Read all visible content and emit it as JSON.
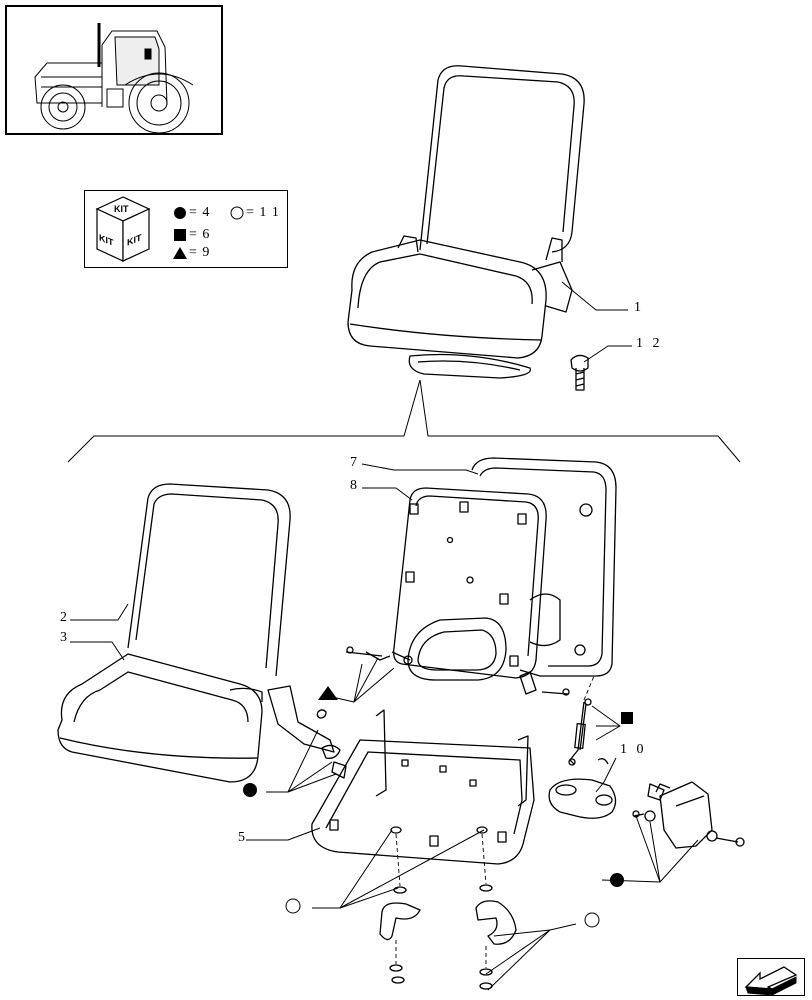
{
  "legend": {
    "kit_label": "KIT",
    "items": [
      {
        "symbol": "circle-filled",
        "text": "= 4"
      },
      {
        "symbol": "circle-open",
        "text": "= 1 1"
      },
      {
        "symbol": "square-filled",
        "text": "= 6"
      },
      {
        "symbol": "triangle-filled",
        "text": "= 9"
      }
    ]
  },
  "callouts": {
    "c1": "1",
    "c12": "1 2",
    "c2": "2",
    "c3": "3",
    "c5": "5",
    "c7": "7",
    "c8": "8",
    "c10": "1 0"
  },
  "icons": {
    "thumbnail": "tractor-icon",
    "navigation": "next-page-arrow-icon"
  }
}
